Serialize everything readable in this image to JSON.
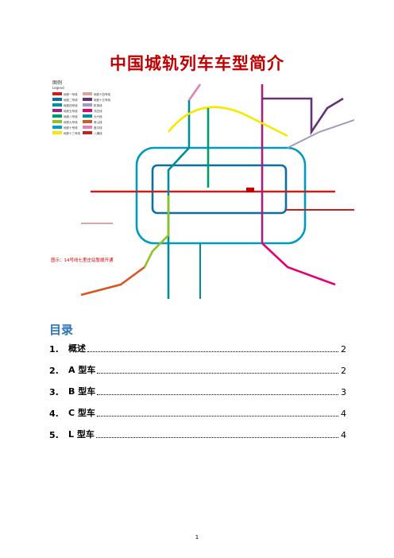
{
  "document": {
    "title": "中国城轨列车车型简介",
    "page_number": "1"
  },
  "map": {
    "legend_title": "图例",
    "legend_title_en": "Legend",
    "legend_items": [
      "地铁一号线",
      "地铁二号线",
      "地铁四号线",
      "地铁五号线",
      "地铁八号线",
      "地铁九号线",
      "地铁十号线",
      "地铁十三号线",
      "地铁十四号线",
      "地铁十五号线",
      "机场线",
      "亦庄线",
      "大兴线",
      "房山线",
      "昌平线",
      "八通线"
    ],
    "note": "图示：14号线七里庄站暂缓开通",
    "colors": {
      "line1": "#c7201d",
      "line2": "#0b6fa4",
      "line4": "#008e9c",
      "line5": "#a6217c",
      "line8": "#009b6b",
      "line9": "#8fc31f",
      "line10": "#009bc0",
      "line13": "#f9e700",
      "line14": "#d5a7a1",
      "line15": "#653279",
      "airport": "#a29bbb",
      "yizhuang": "#e40077",
      "daxing": "#008e9c",
      "fangshan": "#d6581f",
      "changping": "#de82b2",
      "batong": "#c7201d"
    }
  },
  "toc": {
    "heading": "目录",
    "entries": [
      {
        "num": "1.",
        "text": "概述",
        "page": "2"
      },
      {
        "num": "2.",
        "text": "A 型车",
        "page": "2"
      },
      {
        "num": "3.",
        "text": "B 型车",
        "page": "3"
      },
      {
        "num": "4.",
        "text": "C 型车",
        "page": "4"
      },
      {
        "num": "5.",
        "text": "L 型车",
        "page": "4"
      }
    ]
  }
}
